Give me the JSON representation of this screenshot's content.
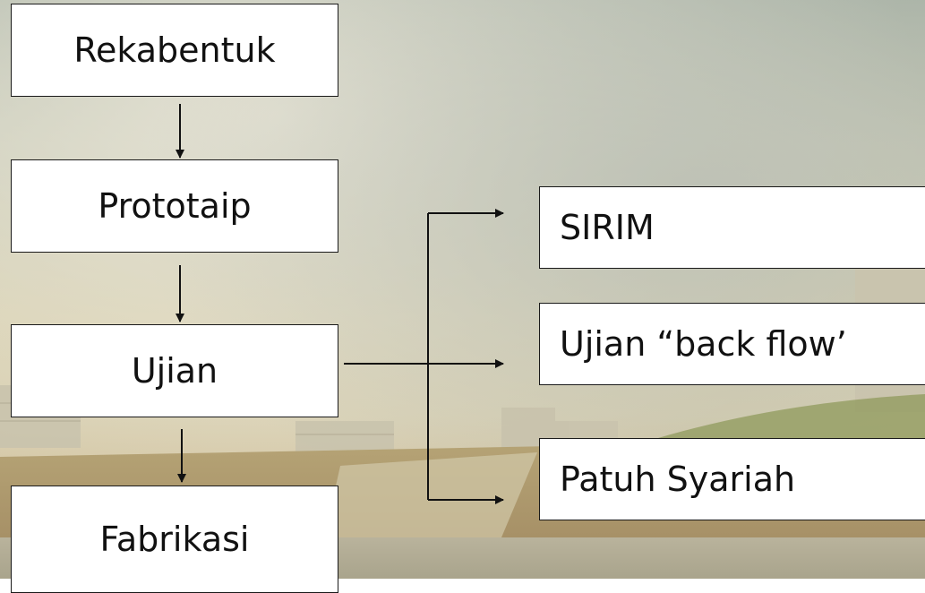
{
  "diagram": {
    "main_flow": [
      {
        "id": "rekabentuk",
        "label": "Rekabentuk"
      },
      {
        "id": "prototaip",
        "label": "Prototaip"
      },
      {
        "id": "ujian",
        "label": "Ujian"
      },
      {
        "id": "fabrikasi",
        "label": "Fabrikasi"
      }
    ],
    "test_branches": [
      {
        "id": "sirim",
        "label": "SIRIM"
      },
      {
        "id": "backflow",
        "label": "Ujian “back flow’"
      },
      {
        "id": "syariah",
        "label": "Patuh Syariah"
      }
    ]
  },
  "colors": {
    "box_fill": "#ffffff",
    "box_border": "#1a1a1a",
    "text": "#111111",
    "arrow": "#111111"
  },
  "background": {
    "description_icon": "campus-landscape-photo"
  }
}
